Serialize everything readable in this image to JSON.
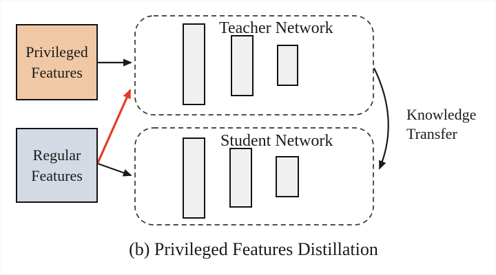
{
  "figure": {
    "caption": "(b) Privileged Features Distillation",
    "privileged_box": {
      "label": "Privileged\nFeatures",
      "fill": "#F1C8A5"
    },
    "regular_box": {
      "label": "Regular\nFeatures",
      "fill": "#D4DAE3"
    },
    "teacher_network": {
      "label": "Teacher Network",
      "layer_count": 3
    },
    "student_network": {
      "label": "Student Network",
      "layer_count": 3
    },
    "knowledge_transfer": {
      "label": "Knowledge\nTransfer"
    },
    "colors": {
      "red_arrow": "#E23B2A",
      "line": "#1a1a1a",
      "dash_border": "#333333",
      "layer_fill": "#F0F0F0"
    }
  }
}
